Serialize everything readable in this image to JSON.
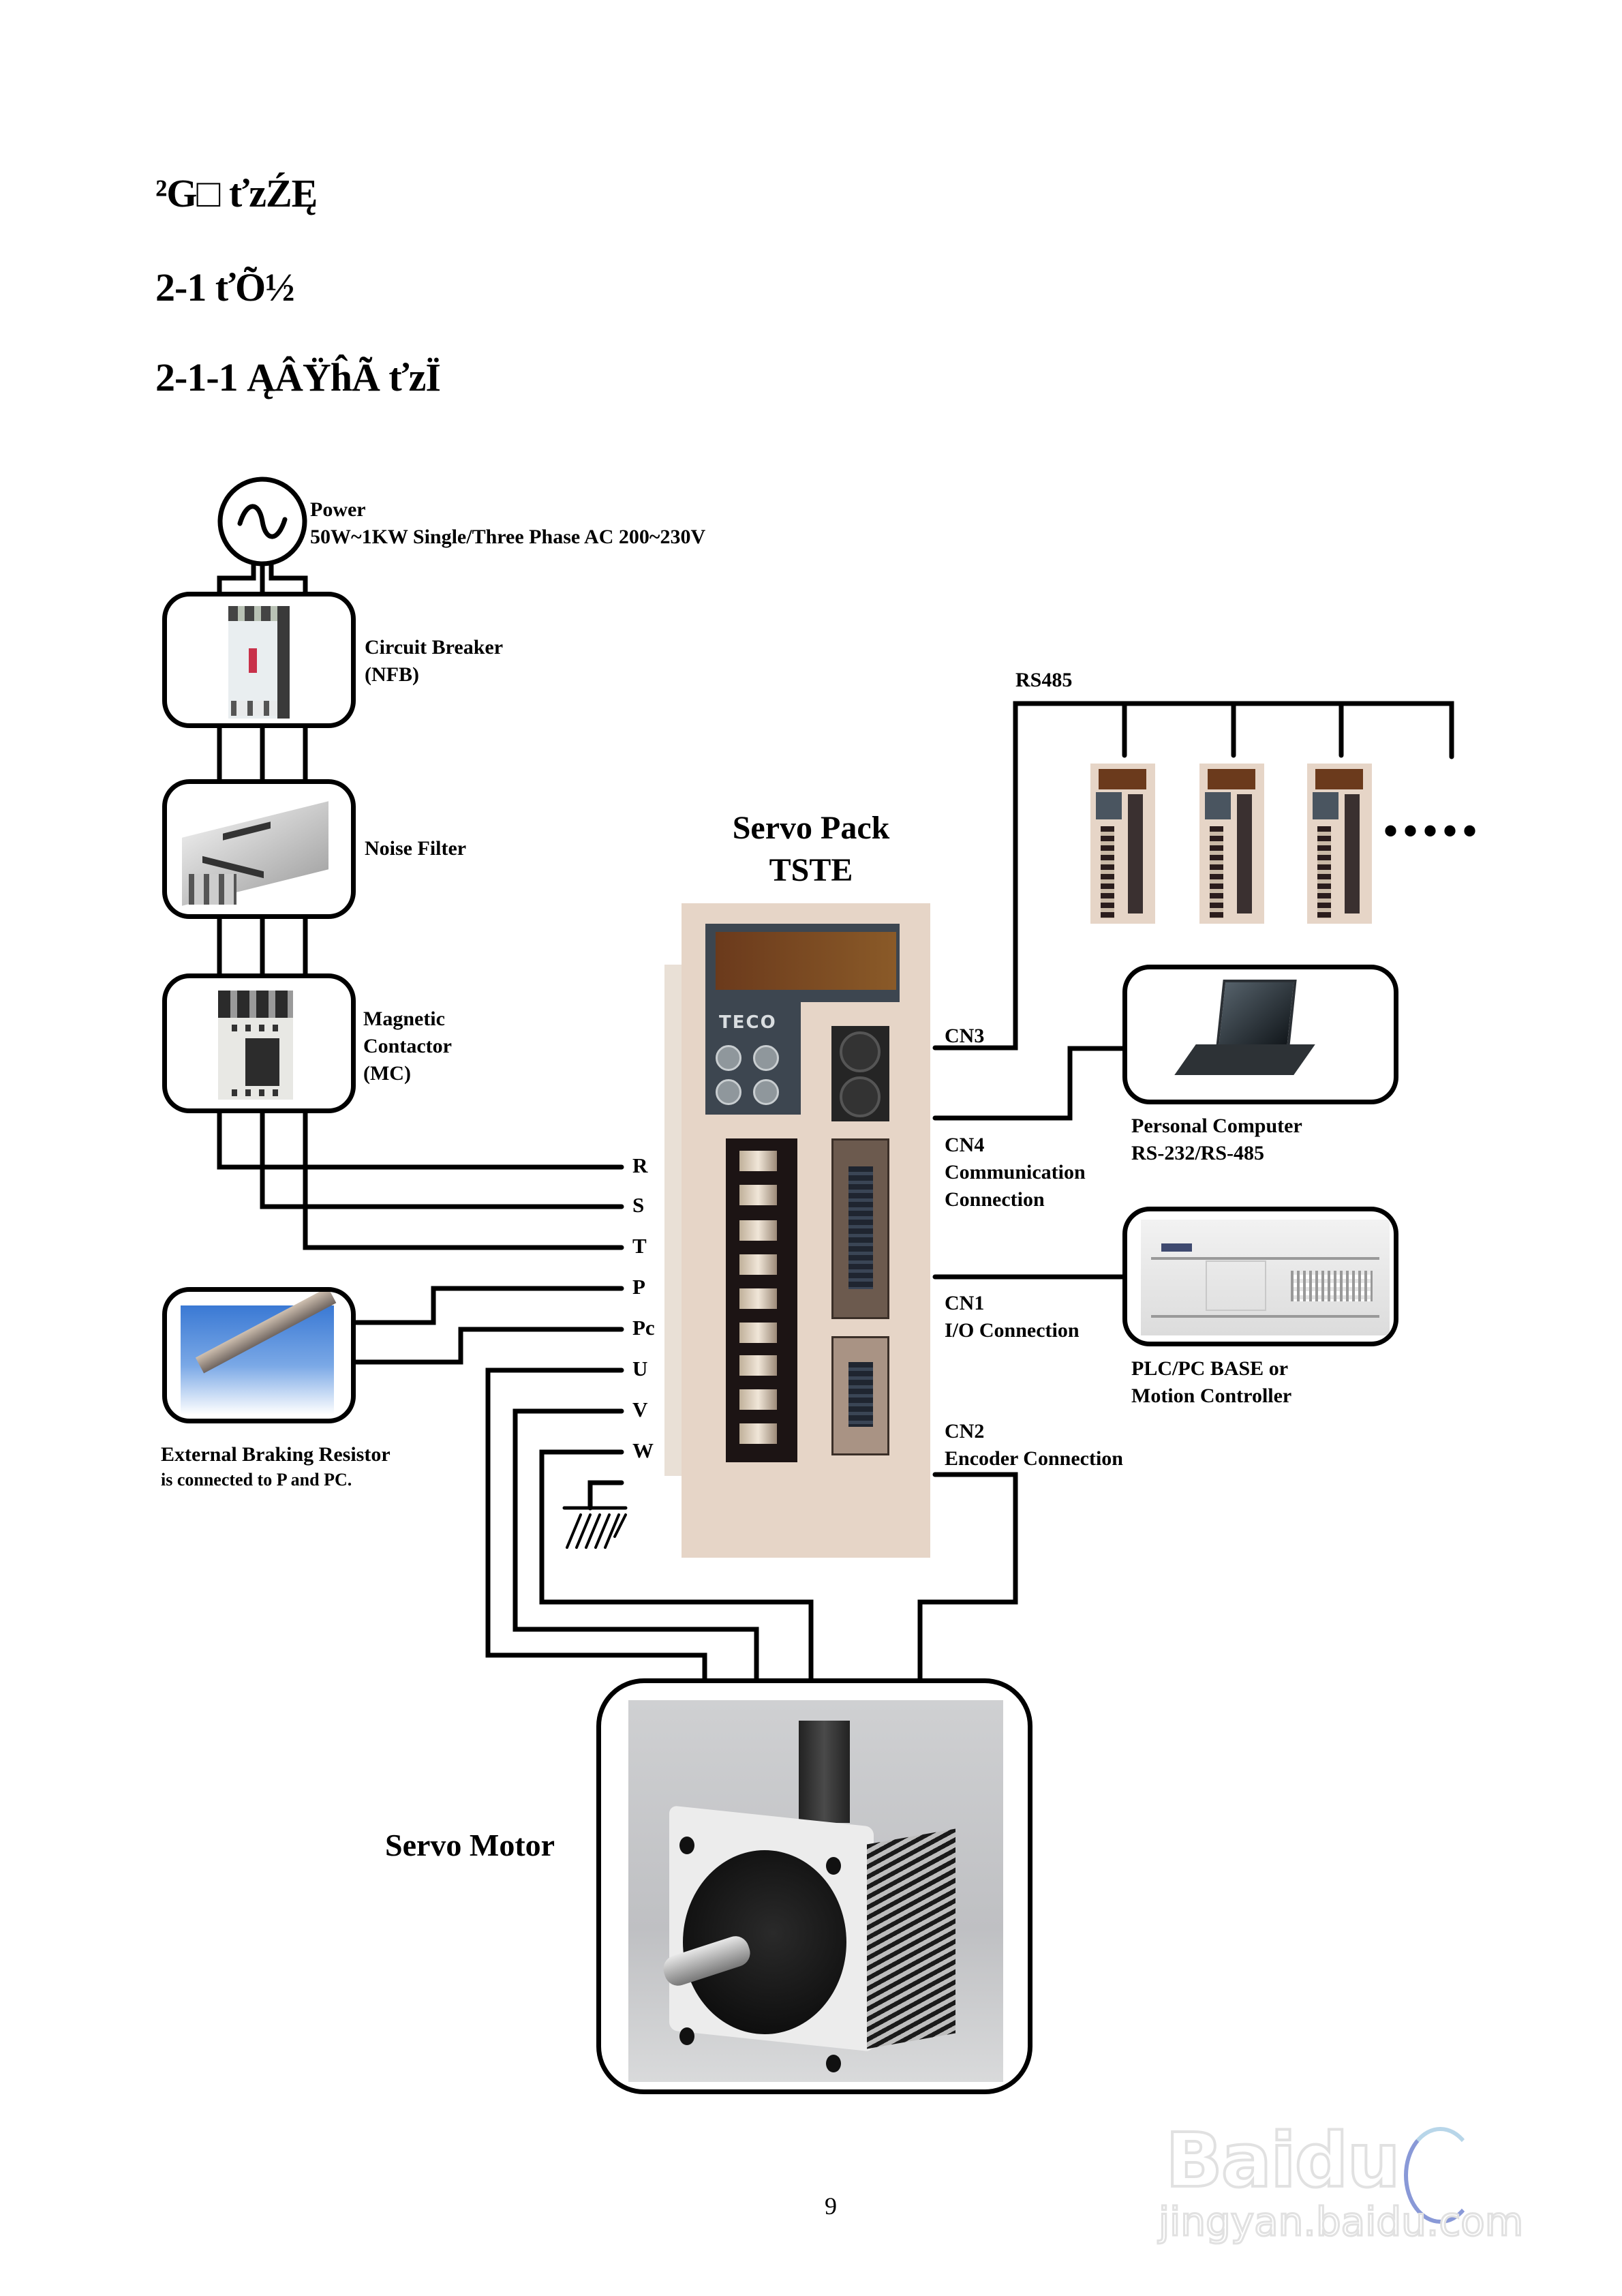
{
  "headings": {
    "chapter": "²G□       ťzŹĘ",
    "section": "2-1  ťÕ½",
    "subsection": "2-1-1  ĄÂŸĥÃ ťzÏ"
  },
  "power": {
    "title": "Power",
    "spec": "50W~1KW  Single/Three Phase  AC 200~230V",
    "symbol": "ac-source-icon"
  },
  "devices": {
    "circuit_breaker": {
      "line1": "Circuit Breaker",
      "line2": "(NFB)"
    },
    "noise_filter": {
      "line1": "Noise Filter"
    },
    "magnetic_contactor": {
      "line1": "Magnetic",
      "line2": "Contactor",
      "line3": "(MC)"
    },
    "braking_resistor": {
      "line1": "External Braking Resistor",
      "line2": "is connected to P and PC."
    },
    "servo_pack": {
      "line1": "Servo Pack",
      "line2": "TSTE",
      "brand": "TECO"
    },
    "personal_computer": {
      "line1": "Personal Computer",
      "line2": "RS-232/RS-485"
    },
    "plc": {
      "line1": "PLC/PC BASE or",
      "line2": "Motion Controller"
    },
    "servo_motor": {
      "label": "Servo Motor"
    }
  },
  "terminals": [
    "R",
    "S",
    "T",
    "P",
    "Pc",
    "U",
    "V",
    "W"
  ],
  "connectors": {
    "cn3": {
      "line1": "CN3"
    },
    "cn4": {
      "line1": "CN4",
      "line2": "Communication",
      "line3": "Connection"
    },
    "cn1": {
      "line1": "CN1",
      "line2": "I/O Connection"
    },
    "cn2": {
      "line1": "CN2",
      "line2": "Encoder Connection"
    }
  },
  "rs485": {
    "label": "RS485",
    "ellipsis": "•••••",
    "drive_count": 3
  },
  "page_number": "9",
  "watermark": {
    "brand": "Baidu",
    "url": "jingyan.baidu.com"
  }
}
